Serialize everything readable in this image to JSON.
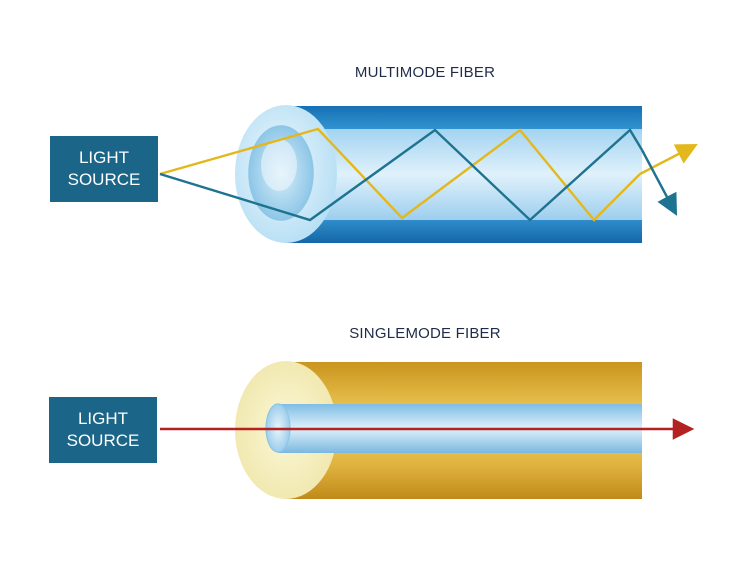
{
  "multimode": {
    "title": "MULTIMODE FIBER",
    "source_line1": "LIGHT",
    "source_line2": "SOURCE"
  },
  "singlemode": {
    "title": "SINGLEMODE FIBER",
    "source_line1": "LIGHT",
    "source_line2": "SOURCE"
  },
  "colors": {
    "source_box": "#1b6588",
    "title_text": "#1f2b4a",
    "multimode_cladding": "#1f80c4",
    "multimode_core": "#c9e6f7",
    "singlemode_cladding": "#d9ab2e",
    "singlemode_core": "#bcdcf2",
    "ray_yellow": "#e3b81e",
    "ray_teal": "#1d7390",
    "ray_red": "#b42121"
  }
}
